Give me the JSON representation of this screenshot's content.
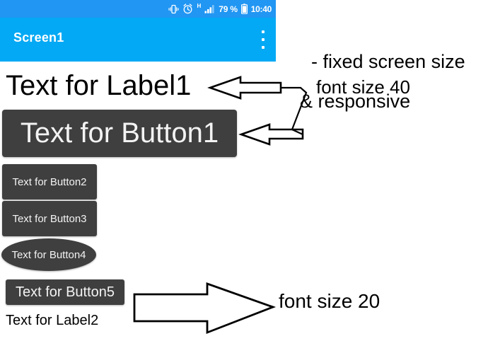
{
  "phone": {
    "status_bar": {
      "icons": [
        "vibrate-icon",
        "alarm-clock-icon"
      ],
      "network_type": "H",
      "signal": "signal-bars-icon",
      "battery_percent": "79 %",
      "battery_icon": "battery-icon",
      "time": "10:40"
    },
    "title_bar": {
      "title": "Screen1",
      "overflow_menu": "overflow-menu-icon",
      "background_color": "#03a9f4"
    },
    "components": {
      "label1": "Text for Label1",
      "button1": "Text for Button1",
      "button2": "Text for Button2",
      "button3": "Text for Button3",
      "button4": "Text for Button4",
      "button5": "Text for Button5",
      "label2": "Text for Label2",
      "button_color": "#3f3f3f",
      "button_text_color": "#f3f3f3"
    }
  },
  "annotations": {
    "note_line1": "- fixed screen size",
    "note_line2": "& responsive",
    "font_size_40": "font size 40",
    "font_size_20": "font size 20",
    "arrows": [
      "arrow-left-to-label1",
      "arrow-left-to-button1",
      "arrow-right-to-font-size-20"
    ],
    "ink_color": "#000000"
  }
}
